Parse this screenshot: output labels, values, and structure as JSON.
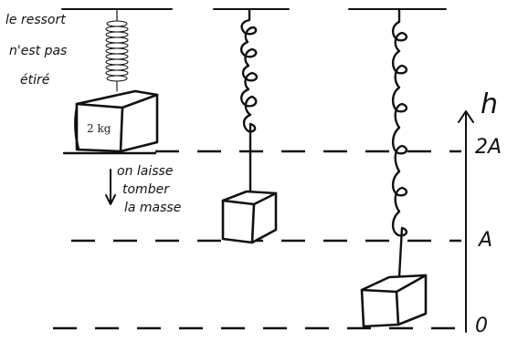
{
  "notes": {
    "spring_unstretched": [
      "le ressort",
      "n'est pas",
      "étiré"
    ],
    "release": [
      "on laisse",
      "tomber",
      "la masse"
    ]
  },
  "mass": {
    "label": "2 kg"
  },
  "axis": {
    "symbol": "h",
    "levels": [
      {
        "key": "top",
        "label": "2A"
      },
      {
        "key": "mid",
        "label": "A"
      },
      {
        "key": "bottom",
        "label": "0"
      }
    ]
  }
}
